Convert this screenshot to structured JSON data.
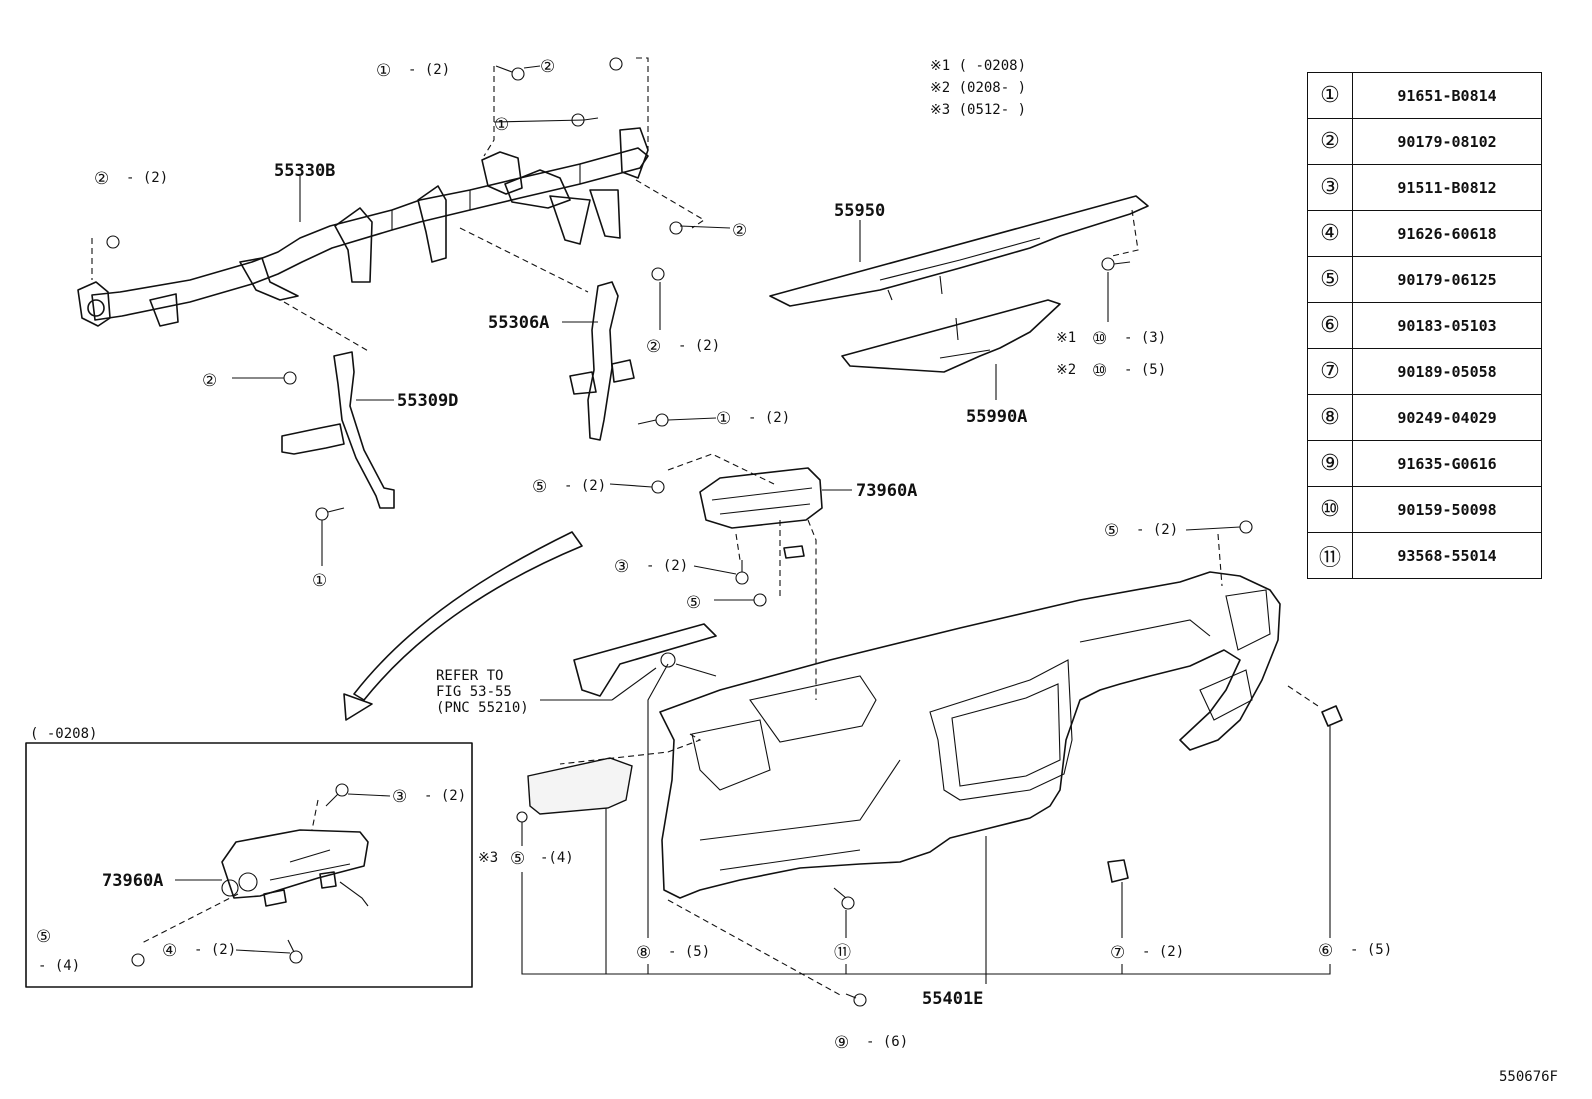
{
  "legend": [
    {
      "key": "①",
      "part": "91651-B0814"
    },
    {
      "key": "②",
      "part": "90179-08102"
    },
    {
      "key": "③",
      "part": "91511-B0812"
    },
    {
      "key": "④",
      "part": "91626-60618"
    },
    {
      "key": "⑤",
      "part": "90179-06125"
    },
    {
      "key": "⑥",
      "part": "90183-05103"
    },
    {
      "key": "⑦",
      "part": "90189-05058"
    },
    {
      "key": "⑧",
      "part": "90249-04029"
    },
    {
      "key": "⑨",
      "part": "91635-G0616"
    },
    {
      "key": "⑩",
      "part": "90159-50098"
    },
    {
      "key": "⑪",
      "part": "93568-55014"
    }
  ],
  "notes": [
    "※1 (     -0208)",
    "※2 (0208-     )",
    "※3 (0512-     )"
  ],
  "part_labels": {
    "p55330b": "55330B",
    "p55306a": "55306A",
    "p55309d": "55309D",
    "p55950": "55950",
    "p55990a": "55990A",
    "p73960a": "73960A",
    "p73960a_inset": "73960A",
    "p55401e": "55401E"
  },
  "refer": [
    "REFER TO",
    "FIG 53-55",
    "(PNC 55210)"
  ],
  "inset_title": "(      -0208)",
  "callouts": {
    "c1a": {
      "num": "①",
      "qty": "- (2)"
    },
    "c2a": {
      "num": "②",
      "qty": ""
    },
    "c1b": {
      "num": "①",
      "qty": ""
    },
    "c2b": {
      "num": "②",
      "qty": "- (2)"
    },
    "c2c": {
      "num": "②",
      "qty": ""
    },
    "c2d": {
      "num": "②",
      "qty": "- (2)"
    },
    "c2e": {
      "num": "②",
      "qty": ""
    },
    "c1c": {
      "num": "①",
      "qty": "- (2)"
    },
    "c1d": {
      "num": "①",
      "qty": ""
    },
    "c10a": {
      "num": "⑩",
      "qty": "- (3)",
      "prefix": "※1"
    },
    "c10b": {
      "num": "⑩",
      "qty": "- (5)",
      "prefix": "※2"
    },
    "c5a": {
      "num": "⑤",
      "qty": "- (2)"
    },
    "c3a": {
      "num": "③",
      "qty": "- (2)"
    },
    "c5b": {
      "num": "⑤",
      "qty": ""
    },
    "c5c": {
      "num": "⑤",
      "qty": "- (2)"
    },
    "c3b": {
      "num": "③",
      "qty": "- (2)"
    },
    "c5d": {
      "num": "⑤",
      "qty": ""
    },
    "c5d_qty": "- (4)",
    "c4a": {
      "num": "④",
      "qty": "- (2)"
    },
    "c5e": {
      "num": "⑤",
      "qty": "-(4)",
      "prefix": "※3"
    },
    "c8a": {
      "num": "⑧",
      "qty": "- (5)"
    },
    "c11a": {
      "num": "⑪",
      "qty": ""
    },
    "c9a": {
      "num": "⑨",
      "qty": "- (6)"
    },
    "c7a": {
      "num": "⑦",
      "qty": "- (2)"
    },
    "c6a": {
      "num": "⑥",
      "qty": "- (5)"
    }
  },
  "diagram_code": "550676F"
}
